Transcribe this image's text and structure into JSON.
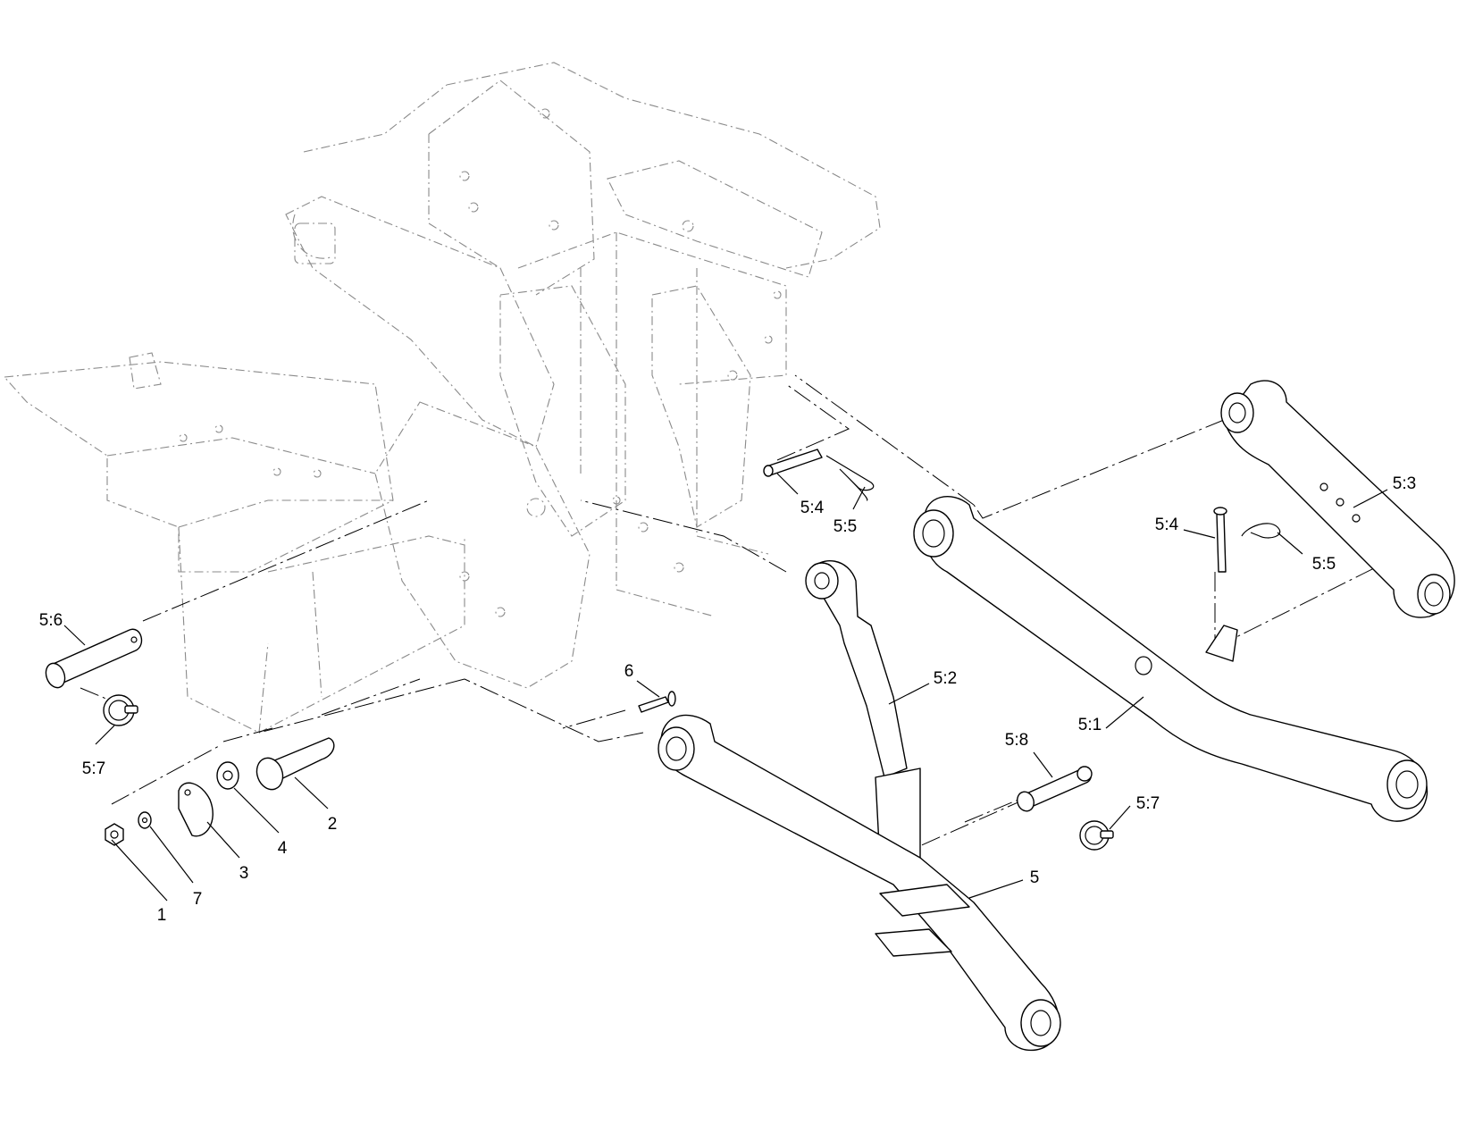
{
  "callouts": {
    "c1": "1",
    "c2": "2",
    "c3": "3",
    "c4": "4",
    "c5": "5",
    "c6": "6",
    "c7": "7",
    "c51": "5:1",
    "c52": "5:2",
    "c53": "5:3",
    "c54a": "5:4",
    "c54b": "5:4",
    "c55a": "5:5",
    "c55b": "5:5",
    "c56": "5:6",
    "c57a": "5:7",
    "c57b": "5:7",
    "c58": "5:8"
  }
}
